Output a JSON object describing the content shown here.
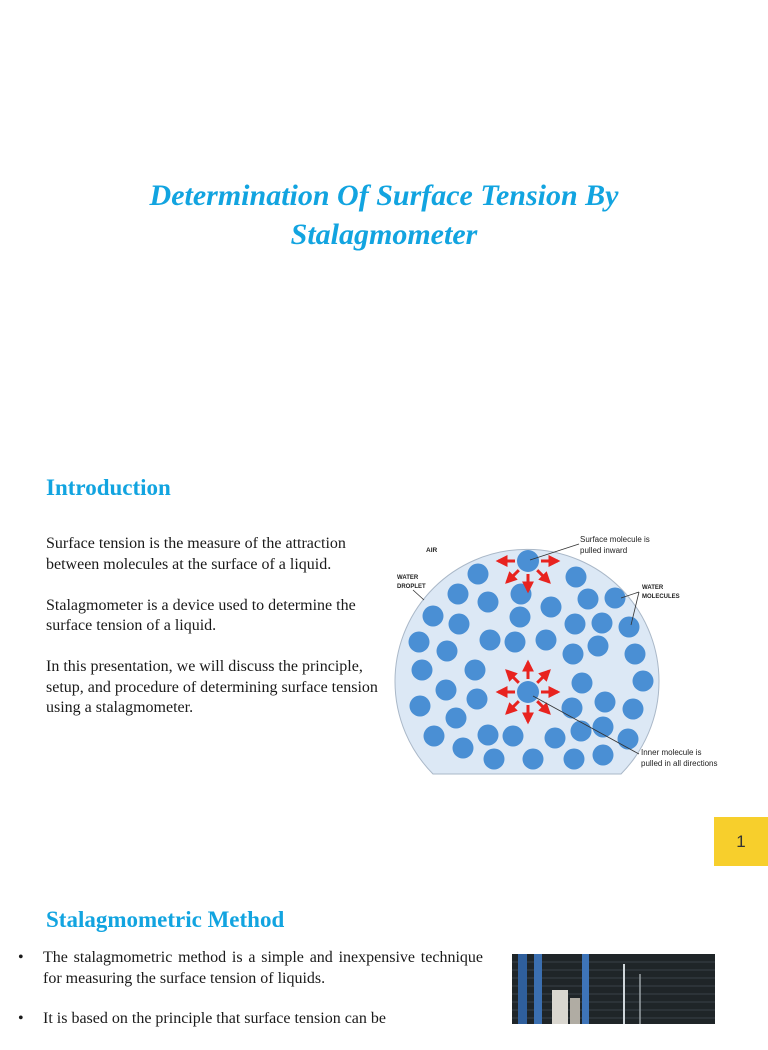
{
  "slide": {
    "title": "Determination Of Surface Tension By Stalagmometer"
  },
  "introduction": {
    "heading": "Introduction",
    "paragraphs": [
      "Surface tension is the measure of the attraction between molecules at the surface of a liquid.",
      "Stalagmometer is a device used to determine the surface tension of a liquid.",
      "In this presentation, we will discuss the principle, setup, and procedure of determining surface tension using a stalagmometer."
    ]
  },
  "diagram": {
    "label_air": "AIR",
    "label_droplet_line1": "WATER",
    "label_droplet_line2": "DROPLET",
    "label_molecules_line1": "WATER",
    "label_molecules_line2": "MOLECULES",
    "label_surface_line1": "Surface molecule is",
    "label_surface_line2": "pulled inward",
    "label_inner_line1": "Inner molecule is",
    "label_inner_line2": "pulled in all directions",
    "colors": {
      "droplet": "#dce8f5",
      "molecule": "#4a8fd4",
      "arrow": "#e8231f"
    }
  },
  "page_number": "1",
  "method": {
    "heading": "Stalagmometric Method",
    "bullet_symbol": "•",
    "bullets": [
      "The stalagmometric method is a simple and inexpensive technique for measuring the surface tension of liquids.",
      "It is based on the principle that surface tension can be"
    ]
  }
}
